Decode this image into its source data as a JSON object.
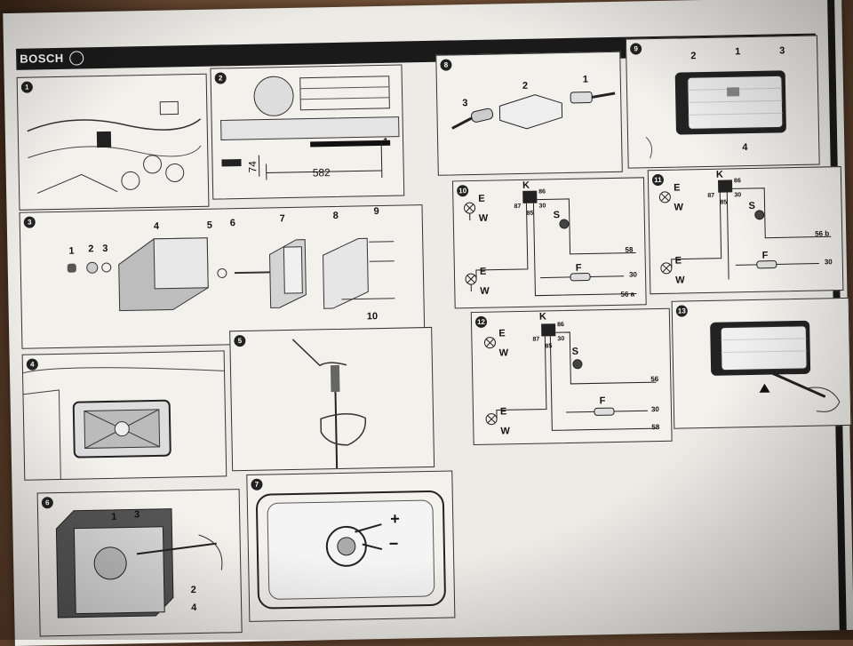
{
  "header": {
    "brand": "BOSCH"
  },
  "panels": {
    "p1": {
      "n": "1"
    },
    "p2": {
      "n": "2",
      "dim_width": "582",
      "dim_height": "74",
      "label1": "1"
    },
    "p3": {
      "n": "3",
      "labels": [
        "1",
        "2",
        "3",
        "4",
        "5",
        "6",
        "7",
        "8",
        "9",
        "10"
      ]
    },
    "p4": {
      "n": "4"
    },
    "p5": {
      "n": "5"
    },
    "p6": {
      "n": "6",
      "labels": [
        "1",
        "3",
        "2",
        "4"
      ]
    },
    "p7": {
      "n": "7",
      "plus": "+",
      "minus": "−"
    },
    "p8": {
      "n": "8",
      "labels": [
        "3",
        "2",
        "1"
      ]
    },
    "p9": {
      "n": "9",
      "labels": [
        "2",
        "1",
        "3",
        "4"
      ]
    },
    "p10": {
      "n": "10",
      "K": "K",
      "pins": [
        "86",
        "87",
        "30",
        "85"
      ],
      "E": "E",
      "W": "W",
      "S": "S",
      "F": "F",
      "t58": "58",
      "t56a": "56 a",
      "t30": "30"
    },
    "p11": {
      "n": "11",
      "K": "K",
      "pins": [
        "86",
        "87",
        "30",
        "85"
      ],
      "E": "E",
      "W": "W",
      "S": "S",
      "F": "F",
      "t56b": "56 b",
      "t30": "30"
    },
    "p12": {
      "n": "12",
      "K": "K",
      "pins": [
        "86",
        "87",
        "30",
        "85"
      ],
      "E": "E",
      "W": "W",
      "S": "S",
      "F": "F",
      "t56": "56",
      "t58": "58",
      "t30": "30"
    },
    "p13": {
      "n": "13"
    }
  }
}
